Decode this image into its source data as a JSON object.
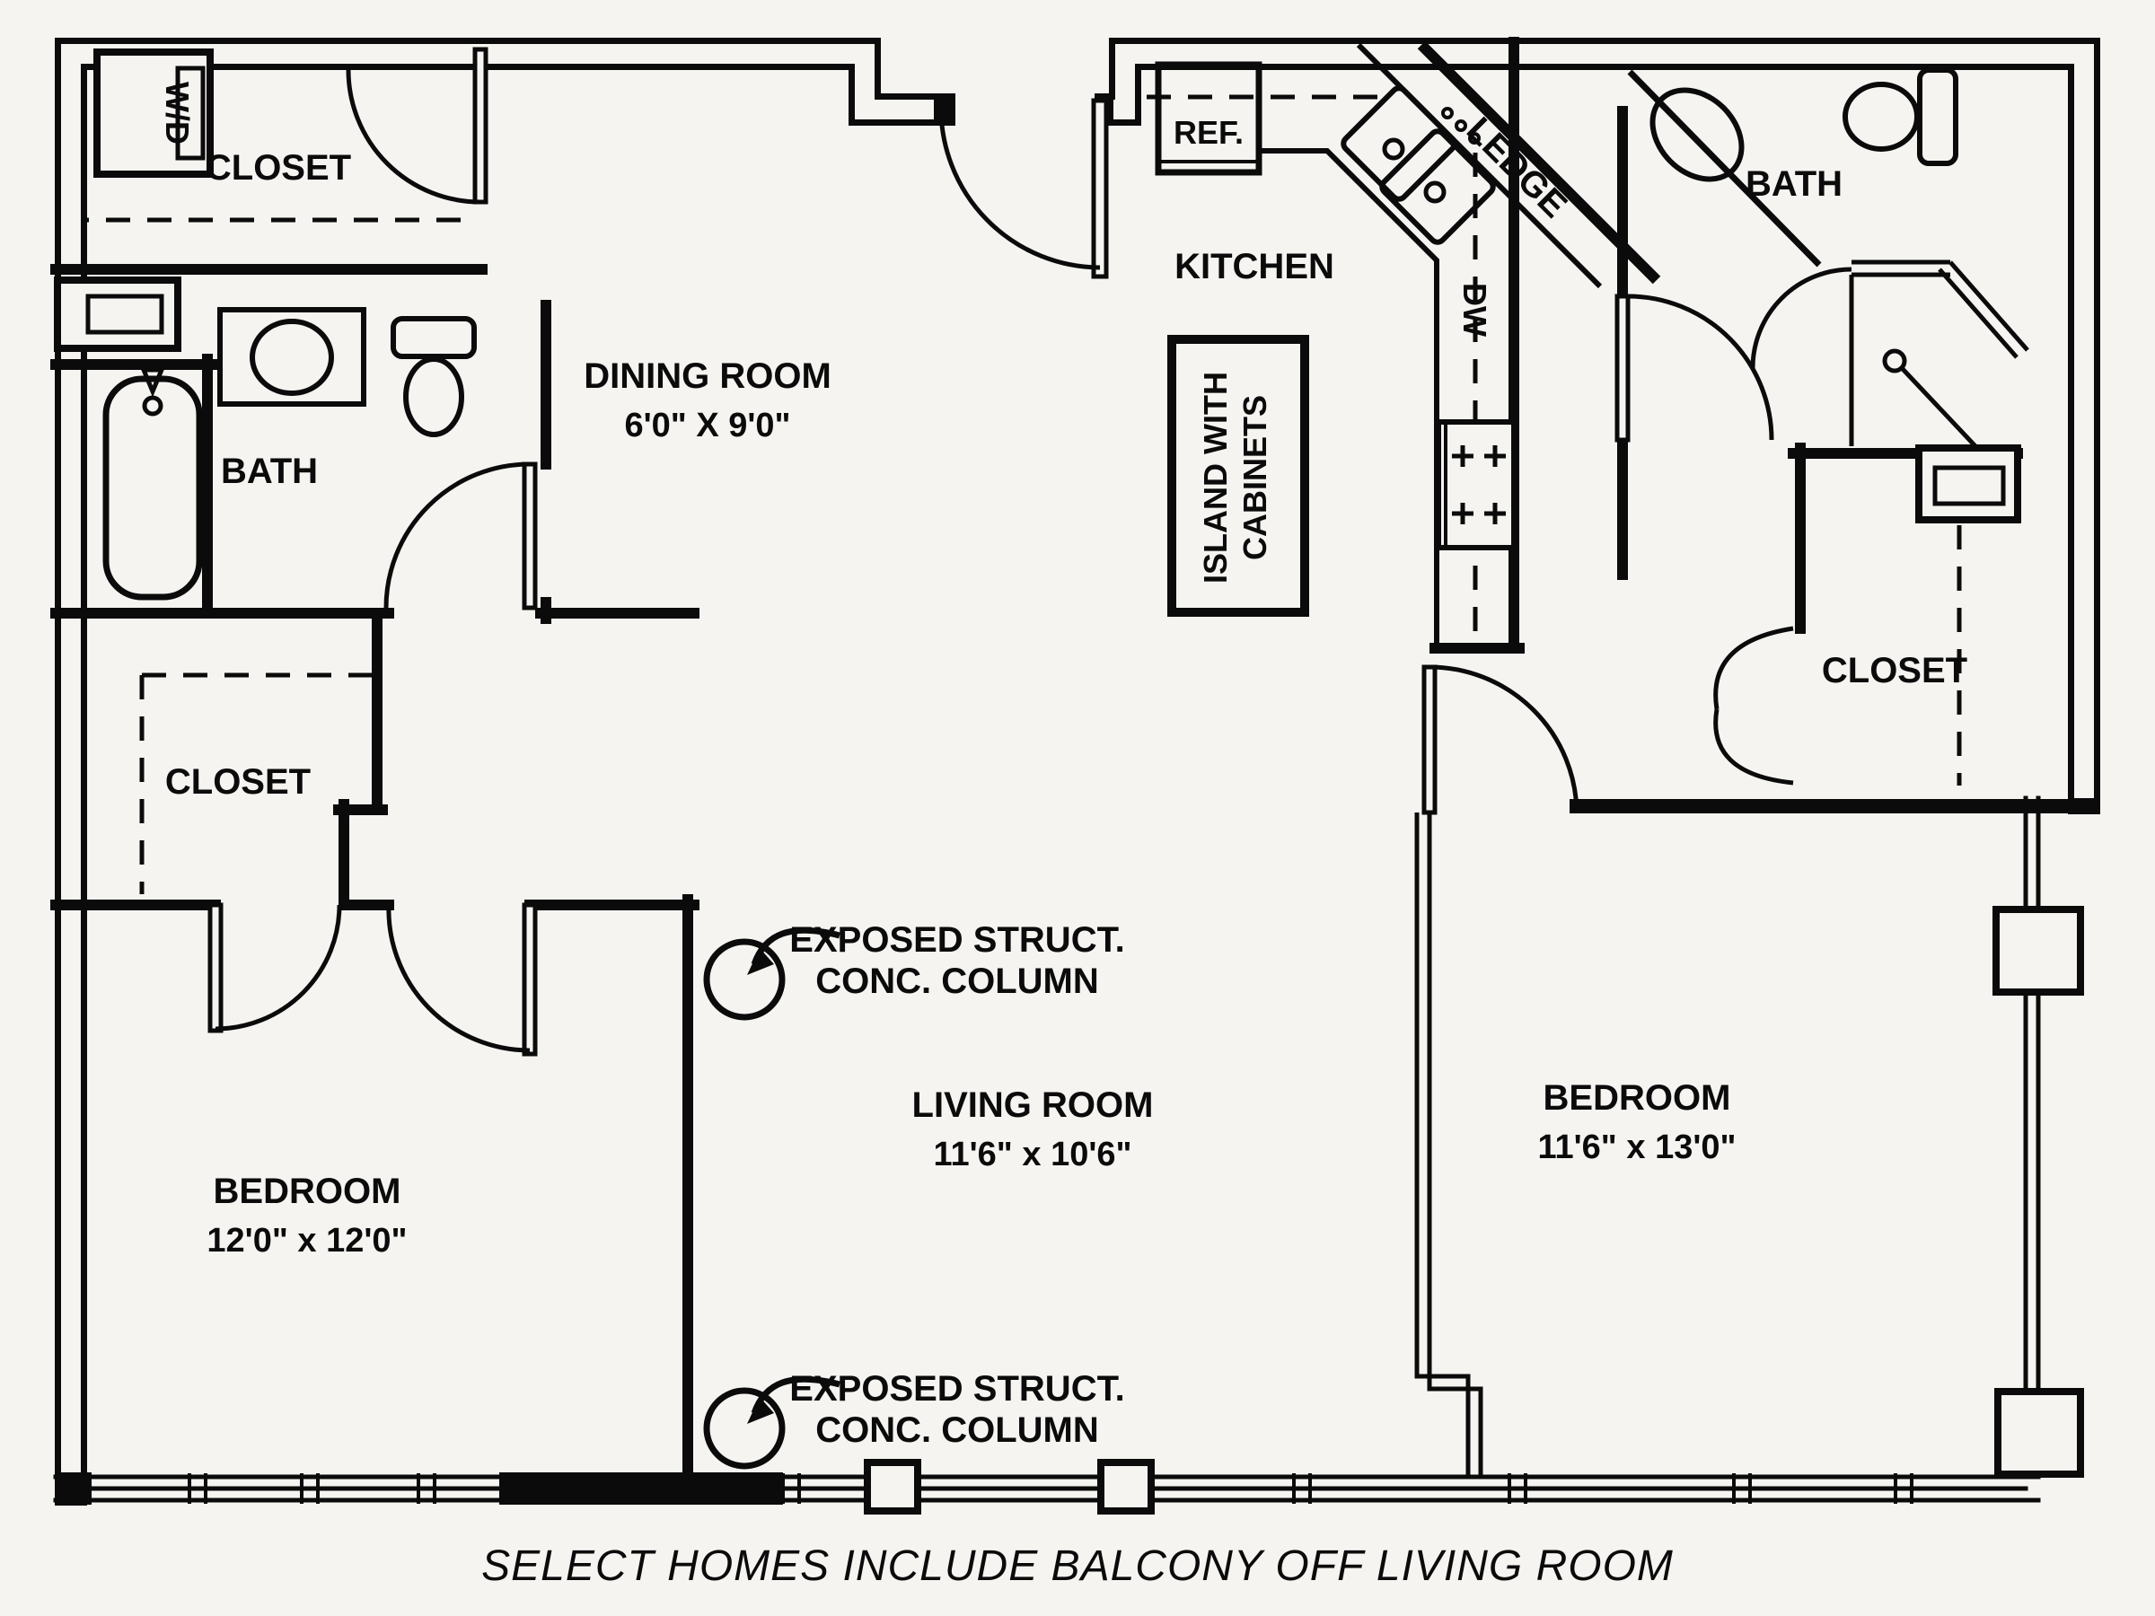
{
  "canvas": {
    "background": "#f5f4f1",
    "ink": "#0b0b0b"
  },
  "labels": {
    "laundry_closet": "CLOSET",
    "washer_dryer": "W/D",
    "bath_left": "BATH",
    "dining_name": "DINING ROOM",
    "dining_dims": "6'0\" X 9'0\"",
    "kitchen": "KITCHEN",
    "fridge": "REF.",
    "ledge": "LEDGE",
    "dishwasher": "DW",
    "island_line1": "ISLAND WITH",
    "island_line2": "CABINETS",
    "bath_right": "BATH",
    "closet_left": "CLOSET",
    "closet_right": "CLOSET",
    "bedroom_left_name": "BEDROOM",
    "bedroom_left_dims": "12'0\" x 12'0\"",
    "living_name": "LIVING ROOM",
    "living_dims": "11'6\" x 10'6\"",
    "bedroom_right_name": "BEDROOM",
    "bedroom_right_dims": "11'6\" x 13'0\"",
    "column_note_line1": "EXPOSED STRUCT.",
    "column_note_line2": "CONC. COLUMN",
    "caption": "SELECT HOMES INCLUDE BALCONY OFF LIVING ROOM"
  }
}
